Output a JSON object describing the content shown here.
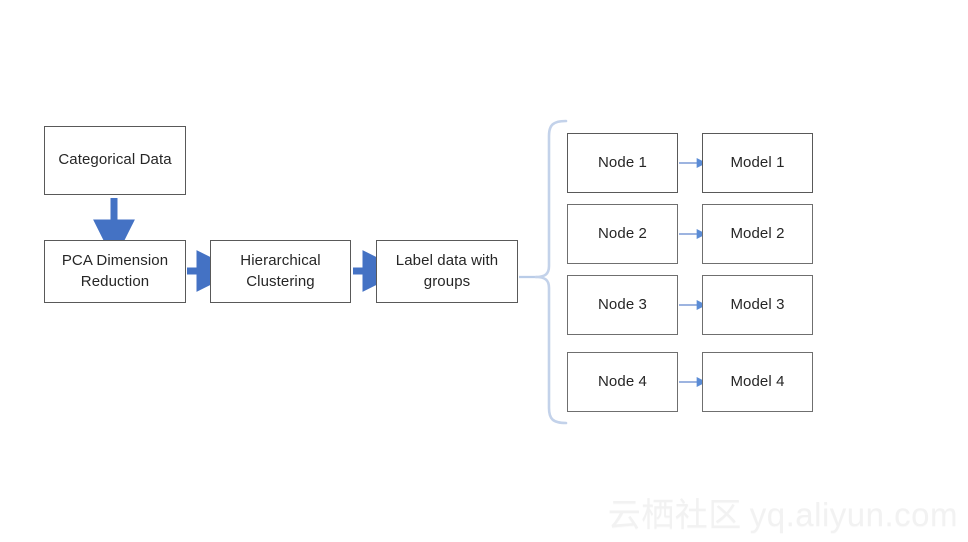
{
  "diagram": {
    "title": "Clustering and modeling pipeline flowchart",
    "background_color": "#ffffff",
    "box_border_color": "#6f6f6f",
    "text_color": "#262626",
    "arrow_color": "#4472c4",
    "thin_arrow_color": "#8faadc",
    "brace_color": "#c6d4ec"
  },
  "pipeline": {
    "steps": [
      {
        "id": "categorical-data",
        "label": "Categorical Data"
      },
      {
        "id": "pca-dimension-reduction",
        "label": "PCA Dimension\nReduction"
      },
      {
        "id": "hierarchical-clustering",
        "label": "Hierarchical\nClustering"
      },
      {
        "id": "label-data-with-groups",
        "label": "Label data with\ngroups"
      }
    ]
  },
  "branches": {
    "rows": [
      {
        "node": "Node 1",
        "model": "Model 1"
      },
      {
        "node": "Node 2",
        "model": "Model 2"
      },
      {
        "node": "Node 3",
        "model": "Model 3"
      },
      {
        "node": "Node 4",
        "model": "Model 4"
      }
    ]
  },
  "watermark": {
    "cn": "云栖社区",
    "domain": "yq.aliyun.com"
  }
}
